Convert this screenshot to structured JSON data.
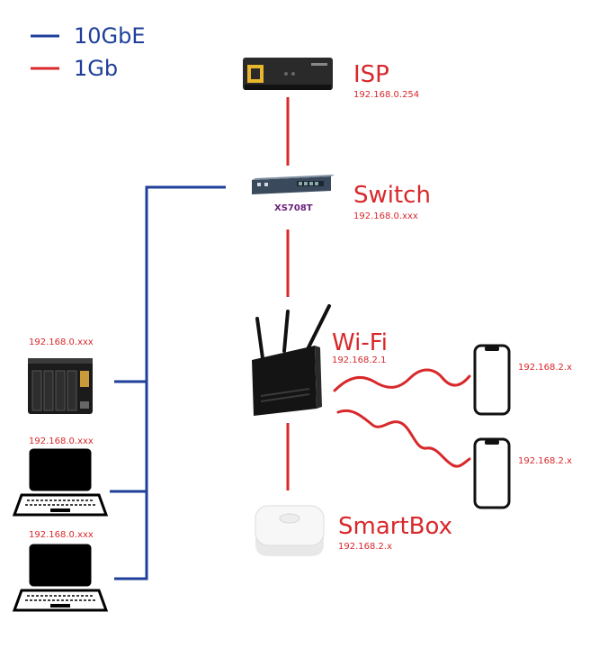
{
  "legend": [
    {
      "label": "10GbE",
      "color": "#1f3f9a"
    },
    {
      "label": "1Gb",
      "color": "#d8282b"
    }
  ],
  "nodes": {
    "isp": {
      "name": "ISP",
      "ip": "192.168.0.254"
    },
    "switch": {
      "name": "Switch",
      "model": "XS708T",
      "ip": "192.168.0.xxx"
    },
    "wifi": {
      "name": "Wi-Fi",
      "ip": "192.168.2.1"
    },
    "smartbox": {
      "name": "SmartBox",
      "ip": "192.168.2.x"
    },
    "nas": {
      "ip": "192.168.0.xxx"
    },
    "laptop1": {
      "ip": "192.168.0.xxx"
    },
    "laptop2": {
      "ip": "192.168.0.xxx"
    },
    "phone1": {
      "ip": "192.168.2.x"
    },
    "phone2": {
      "ip": "192.168.2.x"
    }
  },
  "colors": {
    "blue": "#1f3f9a",
    "red": "#d8282b",
    "device_dark": "#1b1b1b"
  }
}
